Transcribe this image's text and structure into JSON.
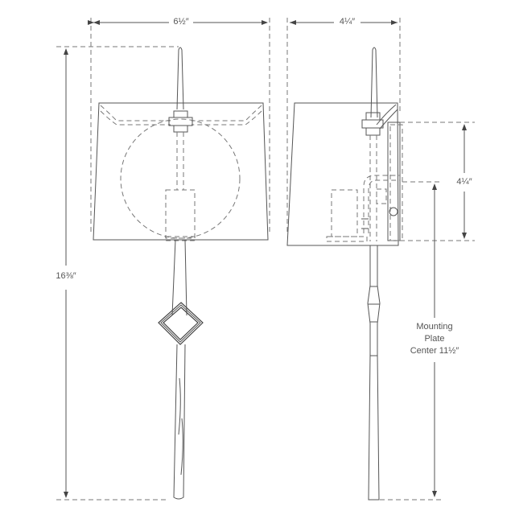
{
  "drawing": {
    "type": "wall sconce dimension drawing",
    "views": [
      "front-view",
      "side-view"
    ],
    "line_color": "#555555",
    "background": "#ffffff"
  },
  "dimensions": {
    "front_width": "6½″",
    "side_depth": "4¼″",
    "overall_height": "16⅜″",
    "backplate_height": "4¼″",
    "mounting_label_line1": "Mounting",
    "mounting_label_line2": "Plate",
    "mounting_label_line3": "Center 11½″"
  }
}
